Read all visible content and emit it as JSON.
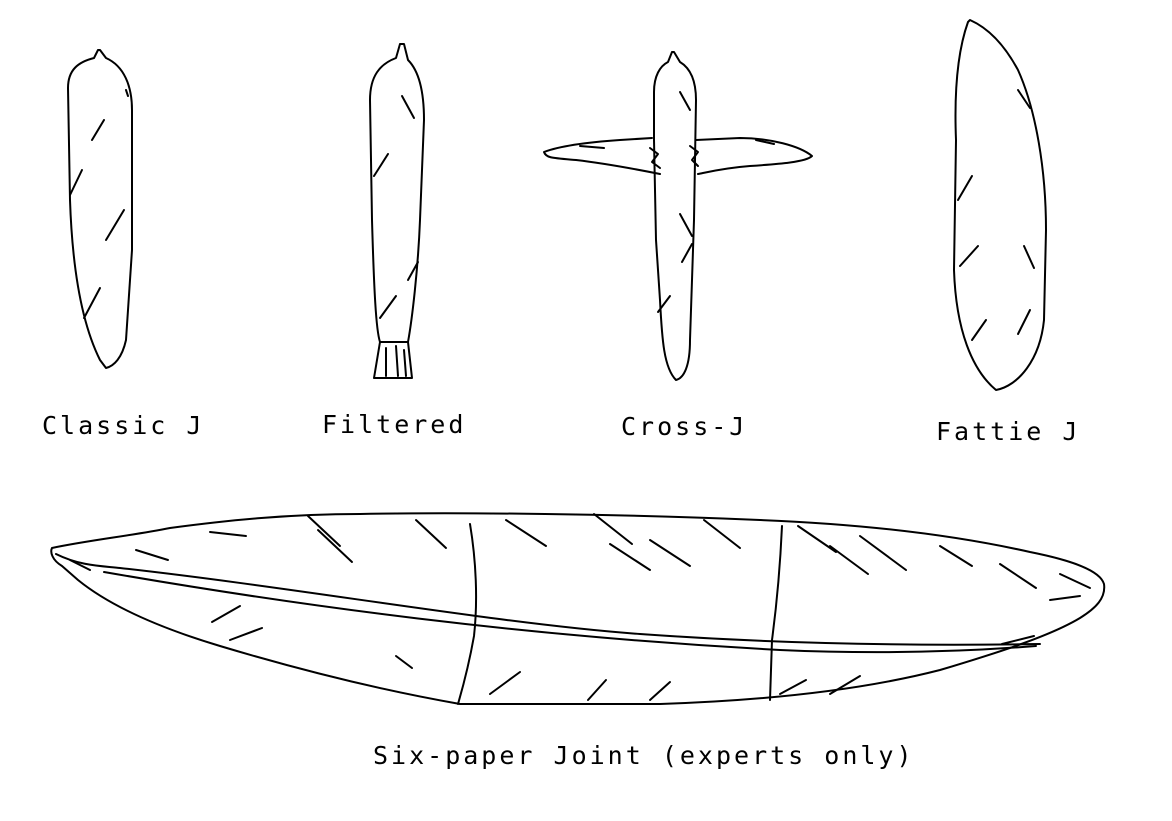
{
  "labels": {
    "classic": "Classic J",
    "filtered": "Filtered",
    "cross": "Cross-J",
    "fattie": "Fattie J",
    "six_paper": "Six-paper Joint (experts only)"
  },
  "colors": {
    "stroke": "#000000",
    "background": "#ffffff"
  }
}
